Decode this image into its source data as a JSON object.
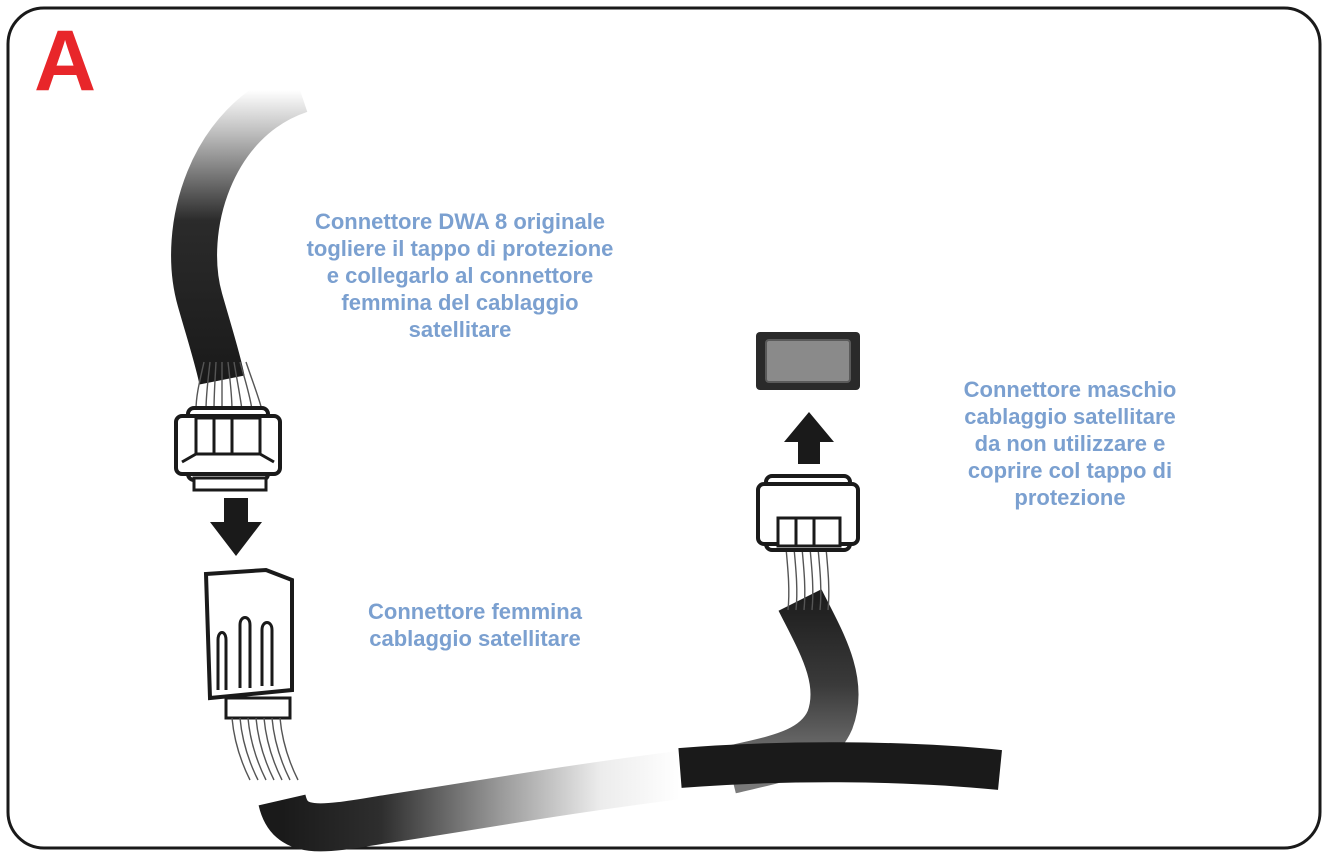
{
  "panel_letter": "A",
  "labels": {
    "original_connector": [
      "Connettore DWA 8 originale",
      "togliere il tappo di protezione",
      "e collegarlo al connettore",
      "femmina del cablaggio",
      "satellitare"
    ],
    "female_connector": [
      "Connettore femmina",
      "cablaggio satellitare"
    ],
    "male_connector": [
      "Connettore maschio",
      "cablaggio satellitare",
      "da non utilizzare e",
      "coprire col tappo di",
      "protezione"
    ]
  },
  "colors": {
    "label_text": "#7ba0d0",
    "panel_letter": "#e8262a",
    "cable": "#1a1a1a",
    "protective_cap": "#8a8a8a"
  }
}
